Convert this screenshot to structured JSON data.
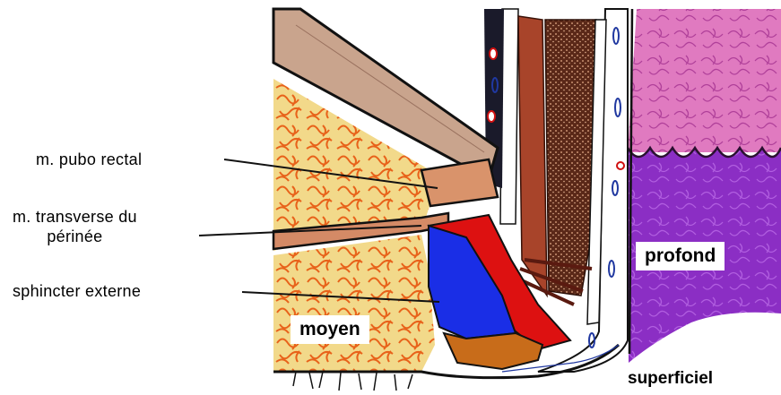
{
  "labels": {
    "pubo_rectal": "m. pubo rectal",
    "transverse_line1": "m. transverse du",
    "transverse_line2": "périnée",
    "sphincter_externe": "sphincter externe",
    "moyen": "moyen",
    "profond": "profond",
    "superficiel": "superficiel"
  },
  "colors": {
    "fat_orange": "#e8621a",
    "fat_background": "#f2d98a",
    "pubis_bone": "#c9a48d",
    "pubo_rectal_muscle": "#d9936b",
    "sphincter_deep_red": "#dd1111",
    "sphincter_middle_blue": "#1a2ee6",
    "sphincter_superficial_brown": "#c86c1a",
    "internal_sphincter": "#a8442a",
    "rectal_wall_dark": "#5a2818",
    "mucosa_pink": "#e07ac0",
    "mucosa_purple": "#8b2ec4",
    "blood_vessel_blue": "#2038a0"
  }
}
